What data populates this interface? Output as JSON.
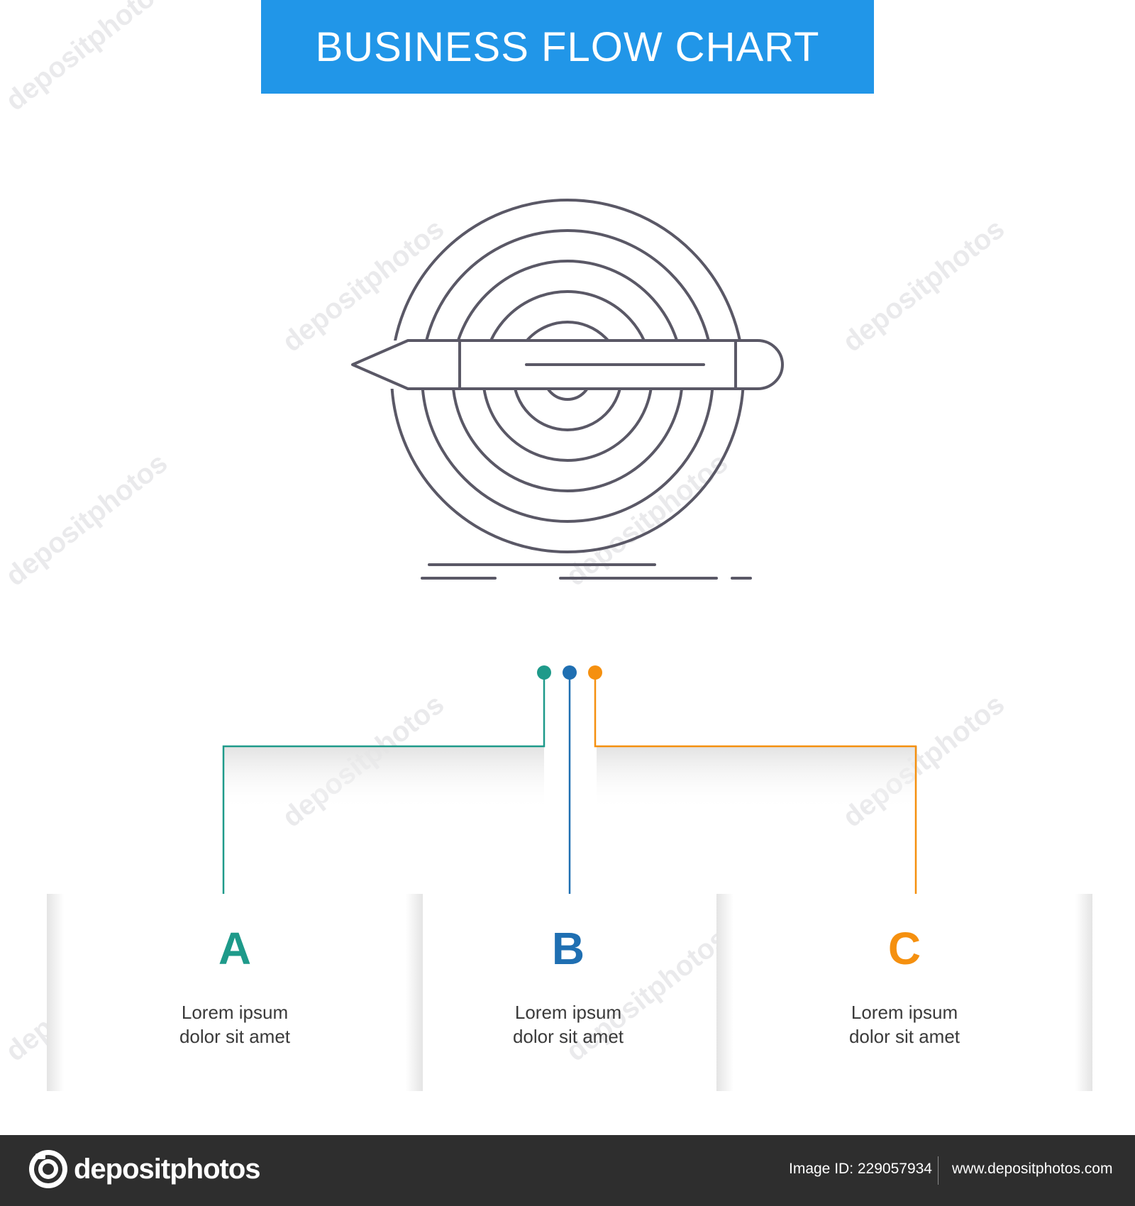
{
  "title": "BUSINESS FLOW CHART",
  "colors": {
    "banner": "#2196e8",
    "line_art": "#5a5866",
    "a": "#1e9a8a",
    "b": "#1f6fb2",
    "c": "#f5900f"
  },
  "icon": "target-pencil-icon",
  "cards": [
    {
      "letter": "A",
      "line1": "Lorem ipsum",
      "line2": "dolor sit amet"
    },
    {
      "letter": "B",
      "line1": "Lorem ipsum",
      "line2": "dolor sit amet"
    },
    {
      "letter": "C",
      "line1": "Lorem ipsum",
      "line2": "dolor sit amet"
    }
  ],
  "watermark": "depositphotos",
  "footer": {
    "logo": "depositphotos",
    "image_id": "Image ID: 229057934",
    "url": "www.depositphotos.com"
  }
}
